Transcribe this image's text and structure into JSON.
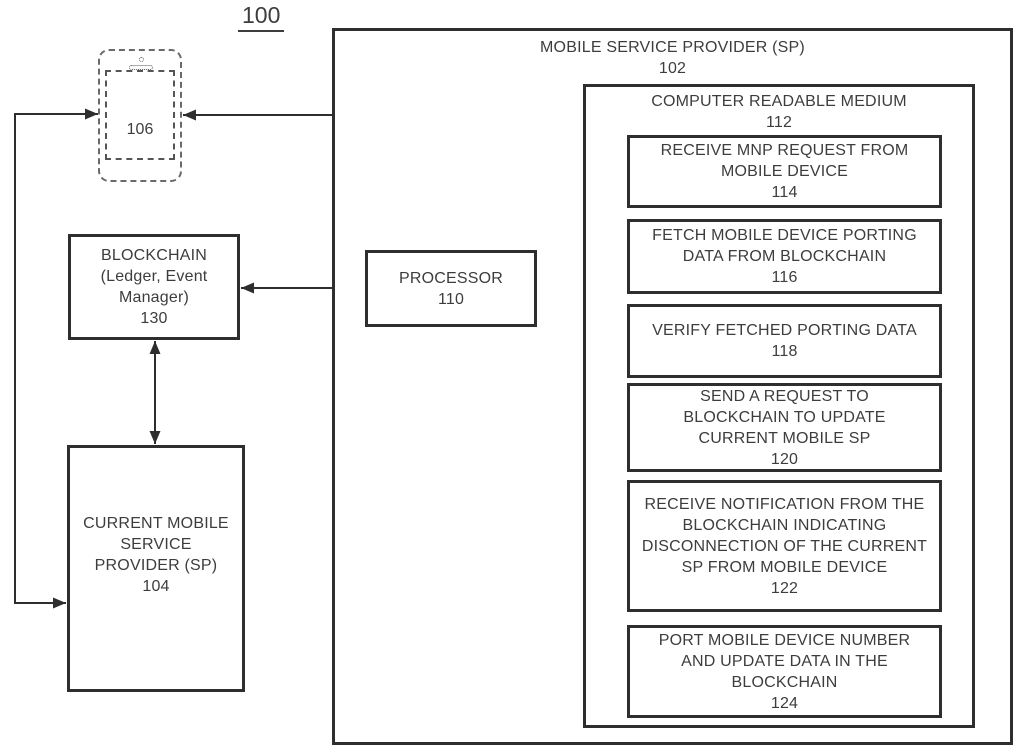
{
  "figure": {
    "title": "100"
  },
  "mobile_sp": {
    "label": "MOBILE SERVICE PROVIDER (SP)",
    "ref": "102"
  },
  "crm": {
    "label": "COMPUTER READABLE MEDIUM",
    "ref": "112",
    "steps": [
      {
        "label": "RECEIVE MNP REQUEST FROM MOBILE DEVICE",
        "ref": "114"
      },
      {
        "label": "FETCH MOBILE DEVICE PORTING DATA FROM BLOCKCHAIN",
        "ref": "116"
      },
      {
        "label": "VERIFY FETCHED PORTING DATA",
        "ref": "118"
      },
      {
        "label": "SEND A REQUEST TO BLOCKCHAIN TO UPDATE CURRENT MOBILE SP",
        "ref": "120"
      },
      {
        "label": "RECEIVE NOTIFICATION FROM THE BLOCKCHAIN INDICATING DISCONNECTION OF THE CURRENT SP FROM MOBILE DEVICE",
        "ref": "122"
      },
      {
        "label": "PORT MOBILE DEVICE NUMBER AND UPDATE DATA IN THE BLOCKCHAIN",
        "ref": "124"
      }
    ]
  },
  "mobile_device": {
    "ref": "106"
  },
  "blockchain": {
    "line1": "BLOCKCHAIN",
    "line2": "(Ledger, Event",
    "line3": "Manager)",
    "ref": "130"
  },
  "processor": {
    "label": "PROCESSOR",
    "ref": "110"
  },
  "current_sp": {
    "line1": "CURRENT MOBILE",
    "line2": "SERVICE",
    "line3": "PROVIDER (SP)",
    "ref": "104"
  },
  "colors": {
    "line": "#2e2e2e",
    "text": "#3d3d3d",
    "background": "#ffffff"
  }
}
